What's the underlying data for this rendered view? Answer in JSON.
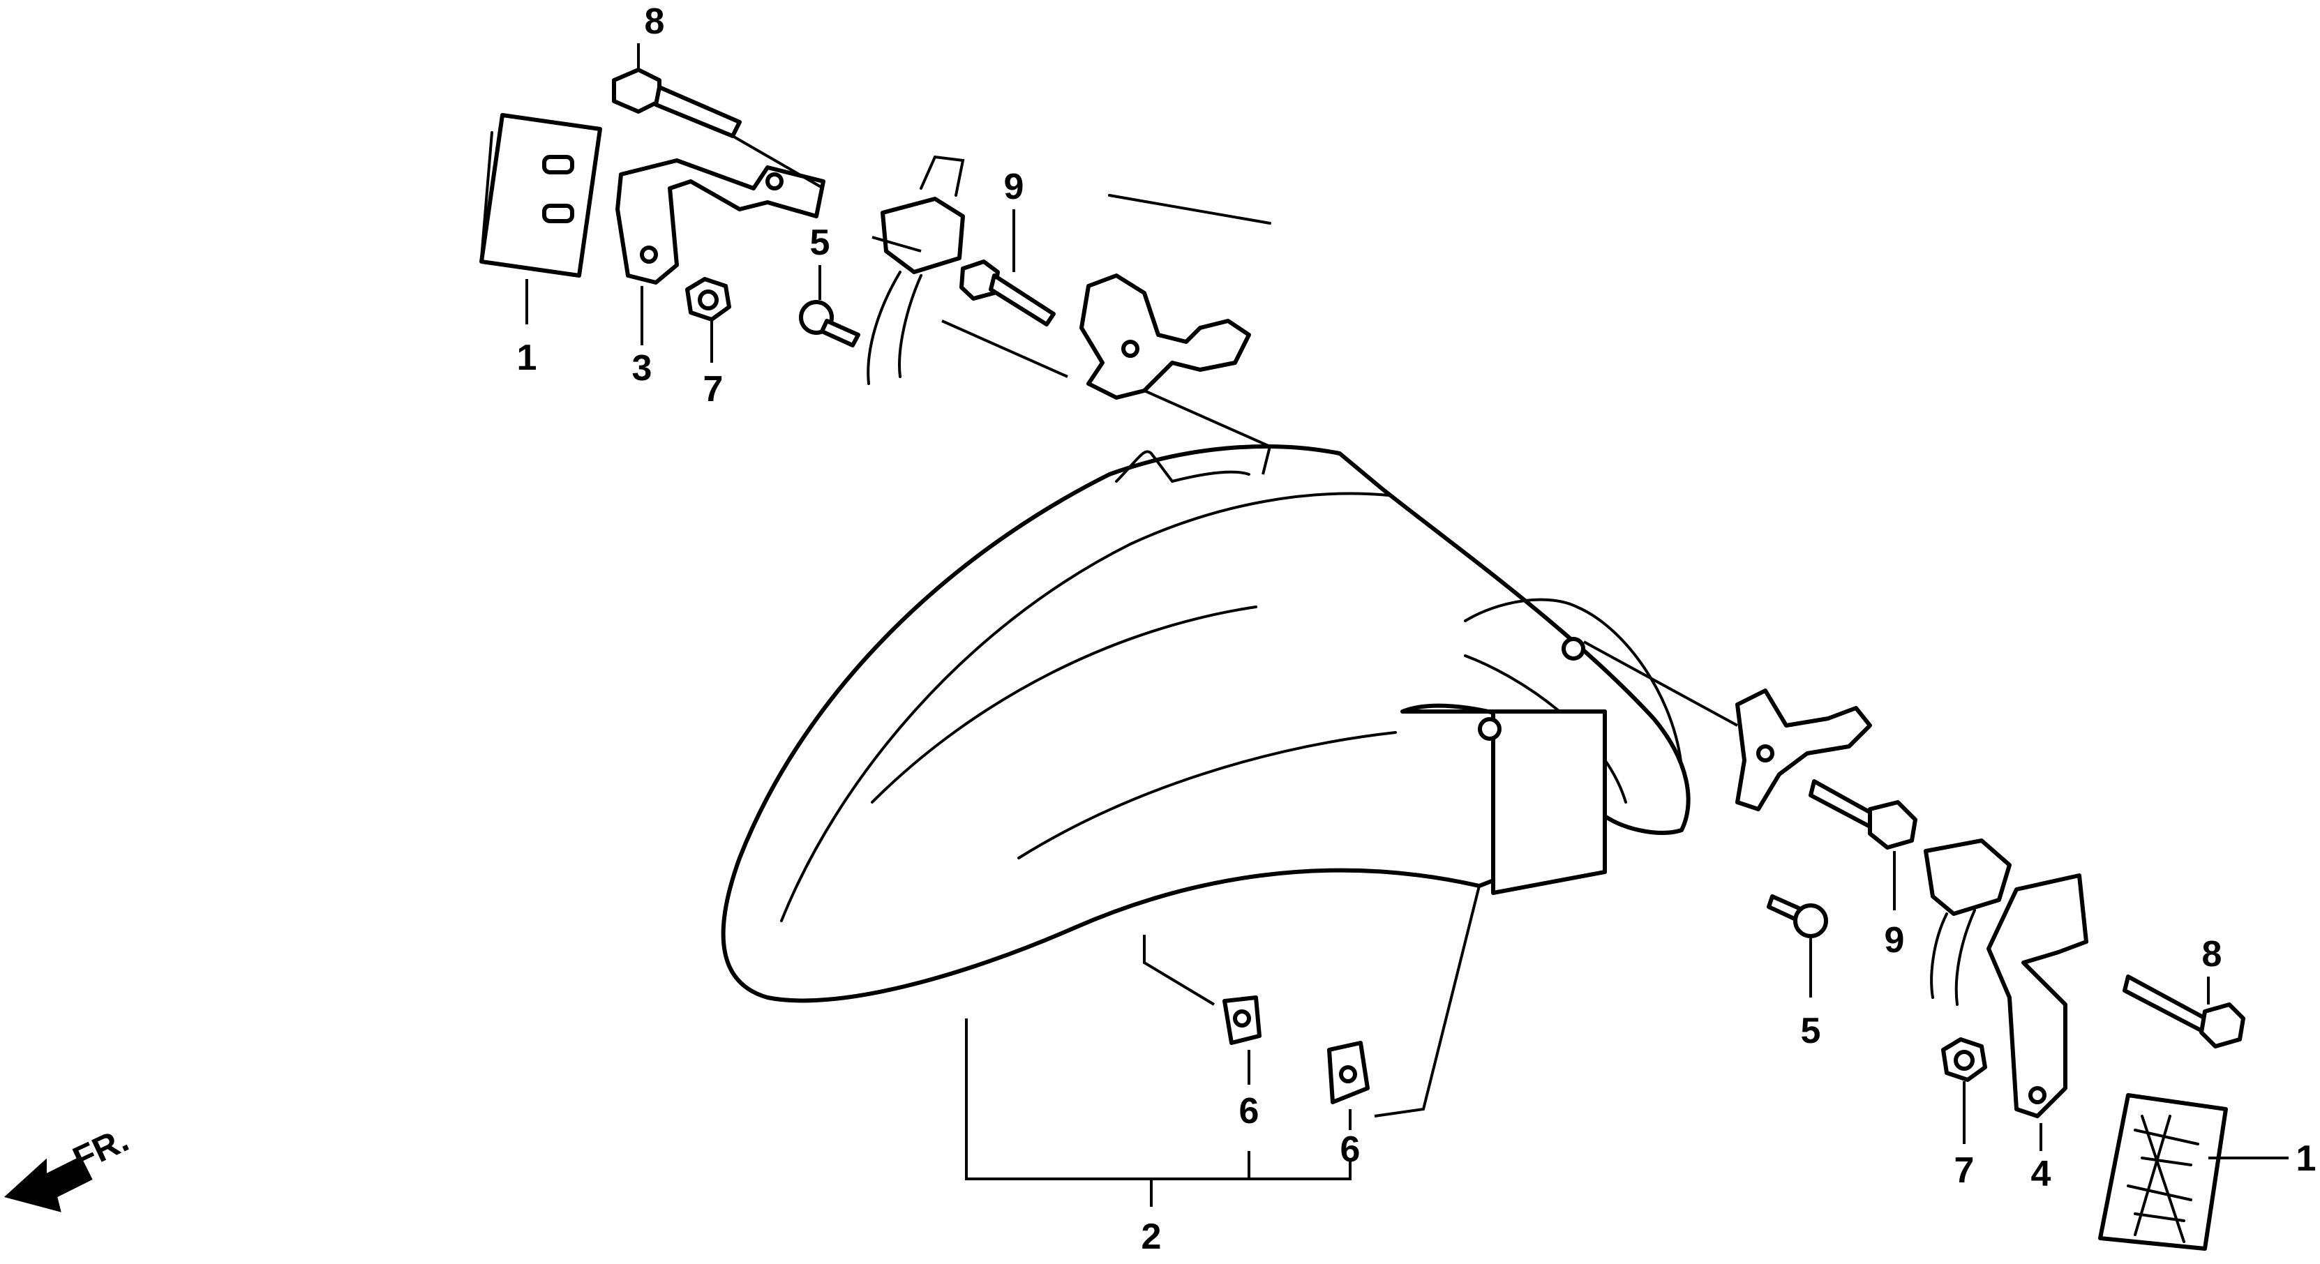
{
  "diagram": {
    "callouts": {
      "c1_left": "1",
      "c1_right": "1",
      "c2": "2",
      "c3": "3",
      "c4": "4",
      "c5_left": "5",
      "c5_right": "5",
      "c6_left": "6",
      "c6_right": "6",
      "c7_left": "7",
      "c7_right": "7",
      "c8_left": "8",
      "c8_right": "8",
      "c9_left": "9",
      "c9_right": "9"
    },
    "direction_label": "FR."
  }
}
